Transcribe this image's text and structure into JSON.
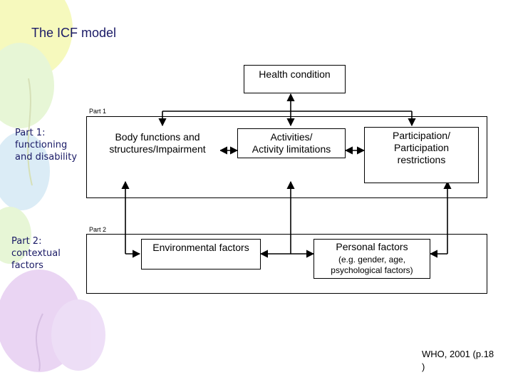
{
  "title": "The ICF model",
  "health_condition": "Health condition",
  "part1": {
    "tag": "Part 1",
    "side_label": "Part 1:\nfunctioning\nand disability"
  },
  "part2": {
    "tag": "Part 2",
    "side_label": "Part 2:\ncontextual\nfactors"
  },
  "boxes": {
    "body_functions": "Body functions and structures/Impairment",
    "activities": "Activities/\nActivity limitations",
    "participation": "Participation/\nParticipation\nrestrictions",
    "environmental": "Environmental factors",
    "personal": "Personal factors",
    "personal_note": "(e.g. gender, age,\npsychological factors)"
  },
  "citation": "WHO, 2001 (p.18\n)",
  "colors": {
    "title_text": "#1a1a66",
    "balloon_yellow": "#f4f7a8",
    "balloon_blue": "#cfe6f3",
    "balloon_green": "#dff3c9",
    "balloon_purple": "#e3c7f0"
  }
}
